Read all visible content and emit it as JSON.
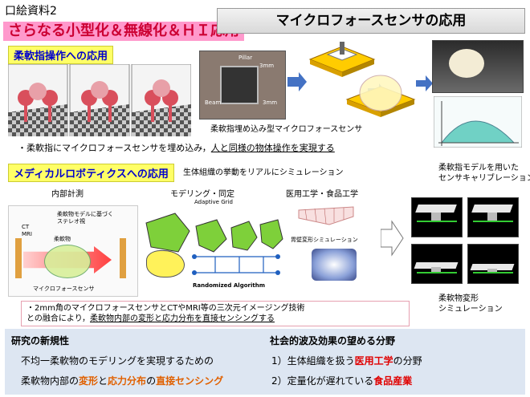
{
  "header": {
    "label": "口絵資料2",
    "banner": "さらなる小型化＆無線化＆ＨＩ応用",
    "title": "マイクロフォースセンサの応用"
  },
  "section1": {
    "heading": "柔軟指操作への応用",
    "sensor_caption": "柔軟指埋め込み型マイクロフォースセンサ",
    "bullet_prefix": "・柔軟指にマイクロフォースセンサを埋め込み，",
    "bullet_underlined": "人と同様の物体操作を実現する",
    "calib_line1": "柔軟指モデルを用いた",
    "calib_line2": "センサキャリブレーション",
    "photo_labels": {
      "pillar": "Pillar",
      "mm1": "3mm",
      "beam": "Beam",
      "mm2": "3mm"
    }
  },
  "section2": {
    "heading": "メディカルロボティクスへの応用",
    "subtitle": "生体組織の挙動をリアルにシミュレーション",
    "col1": "内部計測",
    "col2": "モデリング・同定",
    "col3": "医用工学・食品工学",
    "diagram": {
      "ct_line1": "CT",
      "ct_line2": "MRI",
      "object": "柔軟物",
      "stereo_line1": "柔軟物モデルに基づく",
      "stereo_line2": "ステレオ視",
      "sensor": "マイクロフォースセンサ",
      "adaptive": "Adaptive Grid",
      "randomized": "Randomized Algorithm",
      "sim_label": "胃壁変形シミュレーション"
    },
    "note_line1": "・2mm角のマイクロフォースセンサとCTやMRI等の三次元イメージング技術",
    "note_line2_prefix": "との融合により，",
    "note_line2_underlined": "柔軟物内部の変形と応力分布を直接センシングする",
    "deform_line1": "柔軟物変形",
    "deform_line2": "シミュレーション"
  },
  "bottom": {
    "left_heading": "研究の新規性",
    "left_line1": "不均一柔軟物のモデリングを実現するための",
    "left_line2_a": "柔軟物内部の",
    "left_line2_b": "変形",
    "left_line2_c": "と",
    "left_line2_d": "応力分布",
    "left_line2_e": "の",
    "left_line2_f": "直接センシング",
    "right_heading": "社会的波及効果の望める分野",
    "right_line1_a": "1）生体組織を扱う",
    "right_line1_b": "医用工学",
    "right_line1_c": "の分野",
    "right_line2_a": "2）定量化が遅れている",
    "right_line2_b": "食品産業"
  },
  "colors": {
    "banner_bg": "#ff99cc",
    "section_bg": "#ffff66",
    "heading_text": "#0000cc",
    "accent_red": "#e00000",
    "bottom_bg": "#dde6f2"
  }
}
